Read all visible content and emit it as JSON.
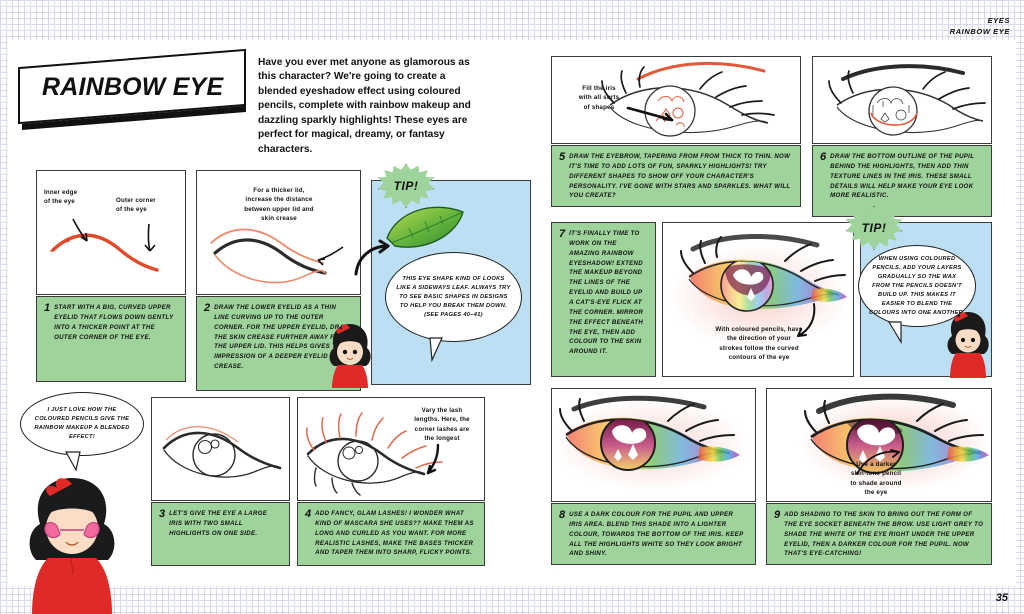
{
  "header": {
    "running_head_line1": "EYES",
    "running_head_line2": "RAINBOW EYE",
    "page_number": "35"
  },
  "title": "RAINBOW EYE",
  "intro": "Have you ever met anyone as glamorous as this character? We're going to create a blended eyeshadow effect using coloured pencils, complete with rainbow makeup and dazzling sparkly highlights! These eyes are perfect for magical, dreamy, or fantasy characters.",
  "annotations": {
    "inner_edge": "Inner edge\nof the eye",
    "outer_corner": "Outer corner\nof the eye",
    "thicker_lid": "For a thicker lid,\nincrease the distance\nbetween upper lid and\nskin crease",
    "vary_lash": "Vary the lash\nlengths. Here, the\ncorner lashes are\nthe longest",
    "fill_iris": "Fill the iris\nwith all sorts\nof shapes",
    "coloured_pencil_strokes": "With coloured pencils, have\nthe direction of your\nstrokes follow the curved\ncontours of the eye",
    "darker_skin_tone": "Use a darker\nskin-tone pencil\nto shade around\nthe eye"
  },
  "tip_label": "TIP!",
  "bubbles": {
    "leaf_shape": "THIS EYE SHAPE KIND OF LOOKS LIKE A SIDEWAYS LEAF. ALWAYS TRY TO SEE BASIC SHAPES IN DESIGNS TO HELP YOU BREAK THEM DOWN. (SEE PAGES 40–41)",
    "blended_effect": "I JUST LOVE HOW THE COLOURED PENCILS GIVE THE RAINBOW MAKEUP A BLENDED EFFECT!",
    "wax_layers": "WHEN USING COLOURED PENCILS, ADD YOUR LAYERS GRADUALLY SO THE WAX FROM THE PENCILS DOESN'T BUILD UP. THIS MAKES IT EASIER TO BLEND THE COLOURS INTO ONE ANOTHER."
  },
  "steps": [
    {
      "num": "1",
      "text": "START WITH A BIG, CURVED UPPER EYELID THAT FLOWS DOWN GENTLY INTO A THICKER POINT AT THE OUTER CORNER OF THE EYE."
    },
    {
      "num": "2",
      "text": "DRAW THE LOWER EYELID AS A THIN LINE CURVING UP TO THE OUTER CORNER. FOR THE UPPER EYELID, DRAW THE SKIN CREASE FURTHER AWAY FROM THE UPPER LID. THIS HELPS GIVES THE IMPRESSION OF A DEEPER EYELID CREASE."
    },
    {
      "num": "3",
      "text": "LET'S GIVE THE EYE A LARGE IRIS WITH TWO SMALL HIGHLIGHTS ON ONE SIDE."
    },
    {
      "num": "4",
      "text": "ADD FANCY, GLAM LASHES! I WONDER WHAT KIND OF MASCARA SHE USES?? MAKE THEM AS LONG AND CURLED AS YOU WANT. FOR MORE REALISTIC LASHES, MAKE THE BASES THICKER AND TAPER THEM INTO SHARP, FLICKY POINTS."
    },
    {
      "num": "5",
      "text": "DRAW THE EYEBROW, TAPERING FROM FROM THICK TO THIN. NOW IT'S TIME TO ADD LOTS OF FUN, SPARKLY HIGHLIGHTS! TRY DIFFERENT SHAPES TO SHOW OFF YOUR CHARACTER'S PERSONALITY. I'VE GONE WITH STARS AND SPARKLES. WHAT WILL YOU CREATE?"
    },
    {
      "num": "6",
      "text": "DRAW THE BOTTOM OUTLINE OF THE PUPIL BEHIND THE HIGHLIGHTS, THEN ADD THIN TEXTURE LINES IN THE IRIS. THESE SMALL DETAILS WILL HELP MAKE YOUR EYE LOOK MORE REALISTIC."
    },
    {
      "num": "7",
      "text": "IT'S FINALLY TIME TO WORK ON THE AMAZING RAINBOW EYESHADOW! EXTEND THE MAKEUP BEYOND THE LINES OF THE EYELID AND BUILD UP A CAT'S-EYE FLICK AT THE CORNER. MIRROR THE EFFECT BENEATH THE EYE, THEN ADD COLOUR TO THE SKIN AROUND IT."
    },
    {
      "num": "8",
      "text": "USE A DARK COLOUR FOR THE PUPIL AND UPPER IRIS AREA. BLEND THIS SHADE INTO A LIGHTER COLOUR, TOWARDS THE BOTTOM OF THE IRIS. KEEP ALL THE HIGHLIGHTS WHITE SO THEY LOOK BRIGHT AND SHINY."
    },
    {
      "num": "9",
      "text": "ADD SHADING TO THE SKIN TO BRING OUT THE FORM OF THE EYE SOCKET BENEATH THE BROW. USE LIGHT GREY TO SHADE THE WHITE OF THE EYE RIGHT UNDER THE UPPER EYELID, THEN A DARKER COLOUR FOR THE PUPIL. NOW THAT'S EYE-CATCHING!"
    }
  ],
  "colors": {
    "caption_green": "#9ed39b",
    "tip_green": "#9ed39b",
    "panel_blue": "#bcdff3",
    "line_red": "#e04a2a",
    "ink": "#111111",
    "dress_red": "#e02a28"
  }
}
